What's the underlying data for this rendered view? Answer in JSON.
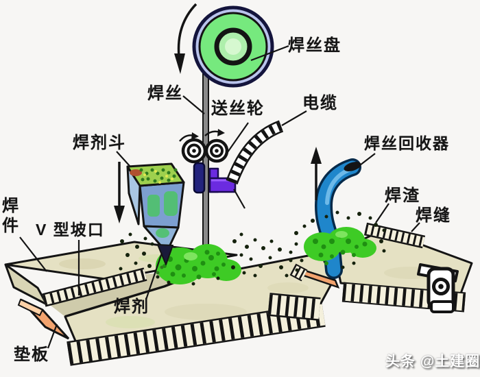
{
  "labels": {
    "wire_spool": "焊丝盘",
    "wire": "焊丝",
    "feed_rollers": "送丝轮",
    "cable": "电缆",
    "flux_hopper": "焊剂斗",
    "wire_recovery": "焊丝回收器",
    "slag": "焊渣",
    "seam": "焊缝",
    "workpiece": "焊件",
    "groove": "V 型坡口",
    "flux": "焊剂",
    "backing_plate": "垫板"
  },
  "watermark": "头条 @土建圈",
  "colors": {
    "outline": "#141414",
    "spool_green": "#76e97e",
    "spool_ring_lavender": "#b9c3ec",
    "spool_hub_pale": "#aeefac",
    "flux_green": "#3ecb25",
    "flux_green_dark": "#1f8f12",
    "tube_blue": "#1f86cb",
    "tube_blue_light": "#6db9e8",
    "head_navy": "#23237d",
    "head_purple": "#6b2be0",
    "plate_beige": "#e5e1c3",
    "plate_beige_dark": "#d9d5b5",
    "backing_pink": "#f2a36e",
    "backing_pink_light": "#ffd2a8",
    "hopper_front_blue": "#7c9fd0",
    "hopper_left_blue": "#a9c6e2",
    "hopper_top_green": "#9ed04e"
  }
}
